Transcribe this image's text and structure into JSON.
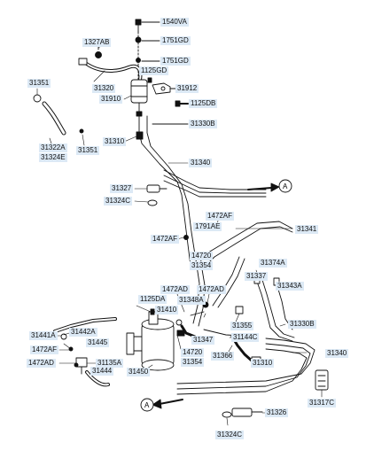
{
  "labels": {
    "l1540VA": "1540VA",
    "l1751GD_a": "1751GD",
    "l1327AB": "1327AB",
    "l1751GD_b": "1751GD",
    "l1125GD": "1125GD",
    "l31320": "31320",
    "l31910": "31910",
    "l31912": "31912",
    "l1125DB": "1125DB",
    "l31351_a": "31351",
    "l31330B_a": "31330B",
    "l31322A": "31322A",
    "l31324E": "31324E",
    "l31351_b": "31351",
    "l31310_a": "31310",
    "l31340_a": "31340",
    "l31327": "31327",
    "l31324C_a": "31324C",
    "l1472AF_a": "1472AF",
    "l1791AE": "1791AE",
    "l31341": "31341",
    "l1472AF_b": "1472AF",
    "l14720_a": "14720",
    "l31354_a": "31354",
    "l31374A": "31374A",
    "l31337": "31337",
    "l31343A": "31343A",
    "l1472AD_a": "1472AD",
    "l1472AD_b": "1472AD",
    "l1125DA": "1125DA",
    "l31348A": "31348A",
    "l31410": "31410",
    "l31330B_b": "31330B",
    "l31441A": "31441A",
    "l31442A": "31442A",
    "l31445": "31445",
    "l31355": "31355",
    "l31347": "31347",
    "l31144C": "31144C",
    "l1472AF_c": "1472AF",
    "l14720_b": "14720",
    "l31354_b": "31354",
    "l31366": "31366",
    "l31340_b": "31340",
    "l1472AD_c": "1472AD",
    "l31135A": "31135A",
    "l31444": "31444",
    "l31310_b": "31310",
    "l31450": "31450",
    "l31317C": "31317C",
    "l31326": "31326",
    "l31324C_b": "31324C"
  },
  "markers": {
    "arrow_a_top": "A",
    "arrow_a_bottom": "A"
  }
}
